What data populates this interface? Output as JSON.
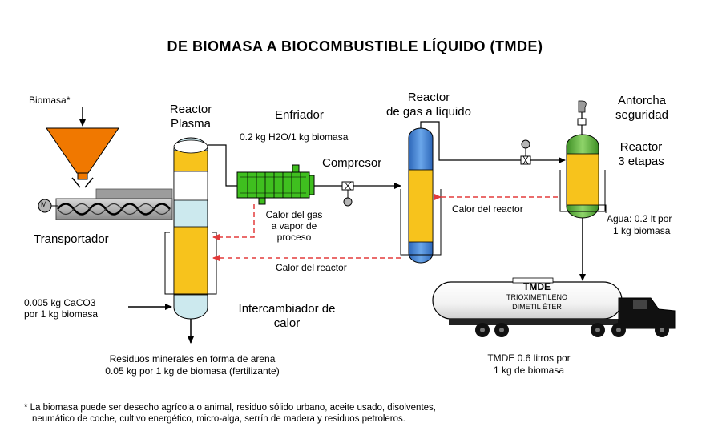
{
  "title": "DE BIOMASA A BIOCOMBUSTIBLE LÍQUIDO (TMDE)",
  "labels": {
    "biomasa": "Biomasa*",
    "motor_m": "M",
    "transportador": "Transportador",
    "reactor_plasma_1": "Reactor",
    "reactor_plasma_2": "Plasma",
    "enfriador": "Enfriador",
    "enfriador_ratio": "0.2 kg H2O/1 kg biomasa",
    "compresor": "Compresor",
    "reactor_gl_1": "Reactor",
    "reactor_gl_2": "de gas a líquido",
    "antorcha_1": "Antorcha",
    "antorcha_2": "seguridad",
    "reactor3_1": "Reactor",
    "reactor3_2": "3 etapas",
    "calor_gas_1": "Calor del gas",
    "calor_gas_2": "a vapor de",
    "calor_gas_3": "proceso",
    "calor_reactor_a": "Calor del reactor",
    "calor_reactor_b": "Calor del reactor",
    "agua_1": "Agua: 0.2 lt por",
    "agua_2": "1 kg biomasa",
    "caco3_1": "0.005 kg CaCO3",
    "caco3_2": "por 1 kg biomasa",
    "intercambiador_1": "Intercambiador de",
    "intercambiador_2": "calor",
    "residuos_1": "Residuos minerales en forma de arena",
    "residuos_2": "0.05 kg por 1 kg de biomasa (fertilizante)",
    "tanker_title": "TMDE",
    "tanker_line1": "TRIOXIMETILENO",
    "tanker_line2": "DIMETIL ÉTER",
    "tmde_1": "TMDE 0.6 litros por",
    "tmde_2": "1 kg de biomasa",
    "footnote_1": "* La biomasa puede ser desecho agrícola o animal, residuo sólido urbano, aceite usado, disolventes,",
    "footnote_2": "neumático de coche, cultivo energético, micro-alga, serrín de madera y residuos petroleros."
  },
  "colors": {
    "hopper": "#f07800",
    "yellow": "#f7c31c",
    "cyan": "#cce9ee",
    "blue": "#3f7fcf",
    "green": "#66b33d",
    "cooler": "#3fbf1f",
    "dashed": "#e33b3b"
  }
}
